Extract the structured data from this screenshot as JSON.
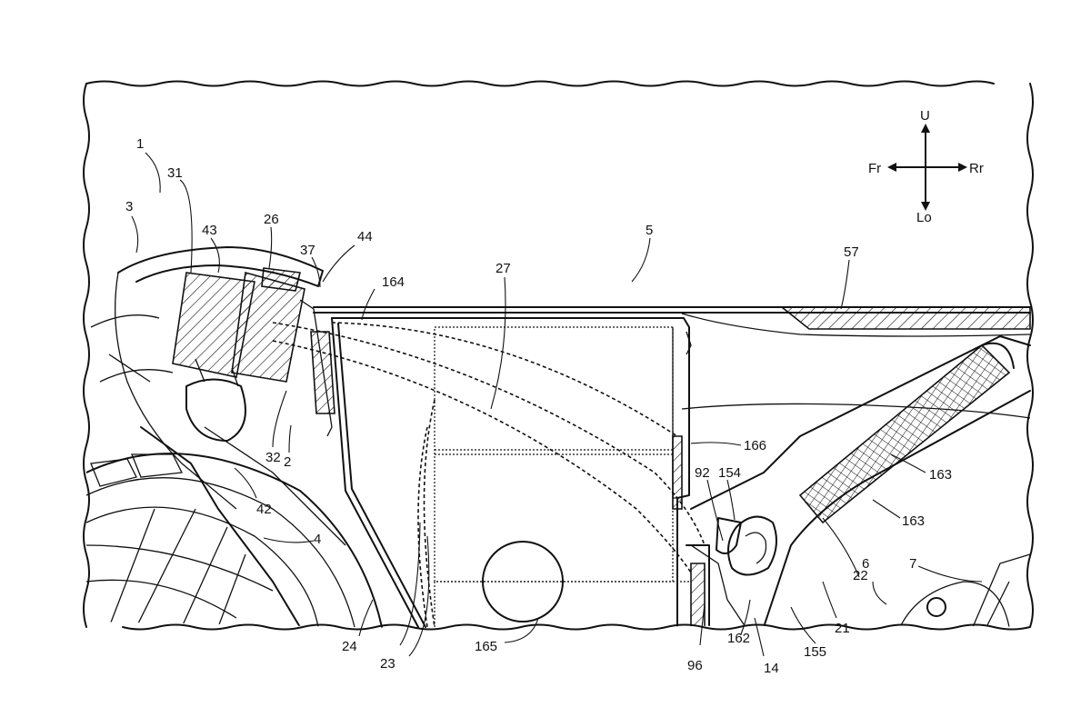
{
  "figure": {
    "direction_labels": {
      "up": "U",
      "front": "Fr",
      "rear": "Rr",
      "low": "Lo"
    },
    "callouts": [
      {
        "key": "c1",
        "text": "1"
      },
      {
        "key": "c3",
        "text": "3"
      },
      {
        "key": "c31",
        "text": "31"
      },
      {
        "key": "c43",
        "text": "43"
      },
      {
        "key": "c26",
        "text": "26"
      },
      {
        "key": "c37",
        "text": "37"
      },
      {
        "key": "c44",
        "text": "44"
      },
      {
        "key": "c164",
        "text": "164"
      },
      {
        "key": "c27",
        "text": "27"
      },
      {
        "key": "c5",
        "text": "5"
      },
      {
        "key": "c57",
        "text": "57"
      },
      {
        "key": "c32",
        "text": "32"
      },
      {
        "key": "c2",
        "text": "2"
      },
      {
        "key": "c42",
        "text": "42"
      },
      {
        "key": "c4",
        "text": "4"
      },
      {
        "key": "c166",
        "text": "166"
      },
      {
        "key": "c92",
        "text": "92"
      },
      {
        "key": "c154",
        "text": "154"
      },
      {
        "key": "c163a",
        "text": "163"
      },
      {
        "key": "c163b",
        "text": "163"
      },
      {
        "key": "c22",
        "text": "22"
      },
      {
        "key": "c6",
        "text": "6"
      },
      {
        "key": "c7",
        "text": "7"
      },
      {
        "key": "c24",
        "text": "24"
      },
      {
        "key": "c23",
        "text": "23"
      },
      {
        "key": "c165",
        "text": "165"
      },
      {
        "key": "c96",
        "text": "96"
      },
      {
        "key": "c162",
        "text": "162"
      },
      {
        "key": "c14",
        "text": "14"
      },
      {
        "key": "c155",
        "text": "155"
      },
      {
        "key": "c21",
        "text": "21"
      }
    ]
  }
}
